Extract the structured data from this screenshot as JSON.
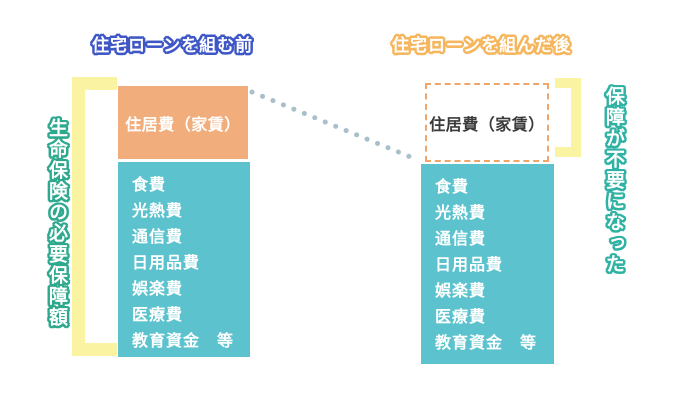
{
  "titles": {
    "before": "住宅ローンを組む前",
    "after": "住宅ローンを組んだ後"
  },
  "annotations": {
    "left": "生命保険の必要保障額",
    "right": "保障が不要になった"
  },
  "left_column": {
    "housing_label": "住居費（家賃）",
    "expenses": [
      "食費",
      "光熱費",
      "通信費",
      "日用品費",
      "娯楽費",
      "医療費",
      "教育資金　等"
    ]
  },
  "right_column": {
    "housing_label": "住居費（家賃）",
    "expenses": [
      "食費",
      "光熱費",
      "通信費",
      "日用品費",
      "娯楽費",
      "医療費",
      "教育資金　等"
    ]
  },
  "colors": {
    "outline_blue": "#3f57c6",
    "outline_orange": "#f5b65e",
    "outline_green": "#2fa98e",
    "outline_teal": "#2fb2a3",
    "orange": "#f2ad7d",
    "teal": "#5cc3ce",
    "bracket": "#faf3a2",
    "dash_border": "#f0a569",
    "dots": "#a9c0ca",
    "dark_text": "#3b3b3b"
  }
}
